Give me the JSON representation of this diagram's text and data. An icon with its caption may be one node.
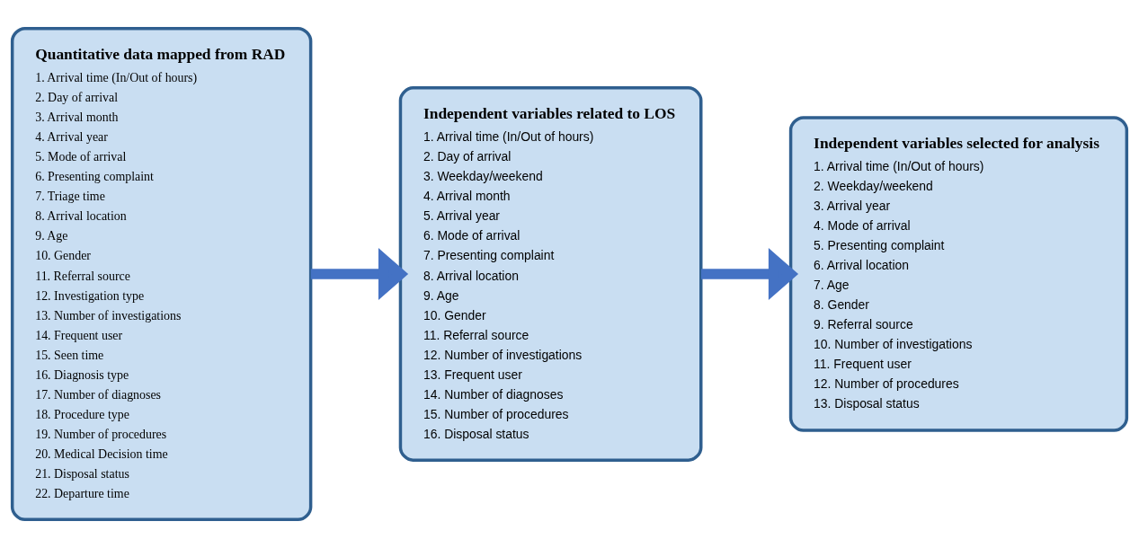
{
  "diagram": {
    "nodes": [
      {
        "text": [
          "Quantitative data mapped from RAD",
          "1. Arrival time (In/Out of hours)",
          "2. Day of arrival",
          "3. Arrival month",
          "4. Arrival year",
          "5. Mode of arrival",
          "6. Presenting complaint",
          "7. Triage time",
          "8. Arrival location",
          "9. Age",
          "10. Gender",
          "11. Referral source",
          "12. Investigation type",
          "13. Number of investigations",
          "14. Frequent user",
          "15. Seen time",
          "16. Diagnosis type",
          "17. Number of diagnoses",
          "18. Procedure type",
          "19. Number of procedures",
          "20. Medical Decision time",
          "21. Disposal status",
          "22. Departure time"
        ]
      },
      {
        "text": [
          "Independent variables related to LOS",
          "1. Arrival time (In/Out of hours)",
          "2. Day of arrival",
          "3. Weekday/weekend",
          "4. Arrival month",
          "5. Arrival year",
          "6. Mode of arrival",
          "7. Presenting complaint",
          "8. Arrival location",
          "9. Age",
          "10. Gender",
          "11. Referral source",
          "12. Number of investigations",
          "13. Frequent user",
          "14. Number of diagnoses",
          "15. Number of procedures",
          "16. Disposal status"
        ]
      },
      {
        "text": [
          "Independent variables selected for analysis",
          "1. Arrival time (In/Out of hours)",
          "2. Weekday/weekend",
          "3. Arrival year",
          "4. Mode of arrival",
          "5. Presenting complaint",
          "6. Arrival location",
          "7. Age",
          "8. Gender",
          "9. Referral source",
          "10. Number of investigations",
          "11. Frequent user",
          "12. Number of procedures",
          "13. Disposal status"
        ]
      }
    ],
    "edges": [
      {
        "from": 0,
        "to": 1,
        "arrow": "to"
      },
      {
        "from": 1,
        "to": 2,
        "arrow": "to"
      }
    ]
  }
}
